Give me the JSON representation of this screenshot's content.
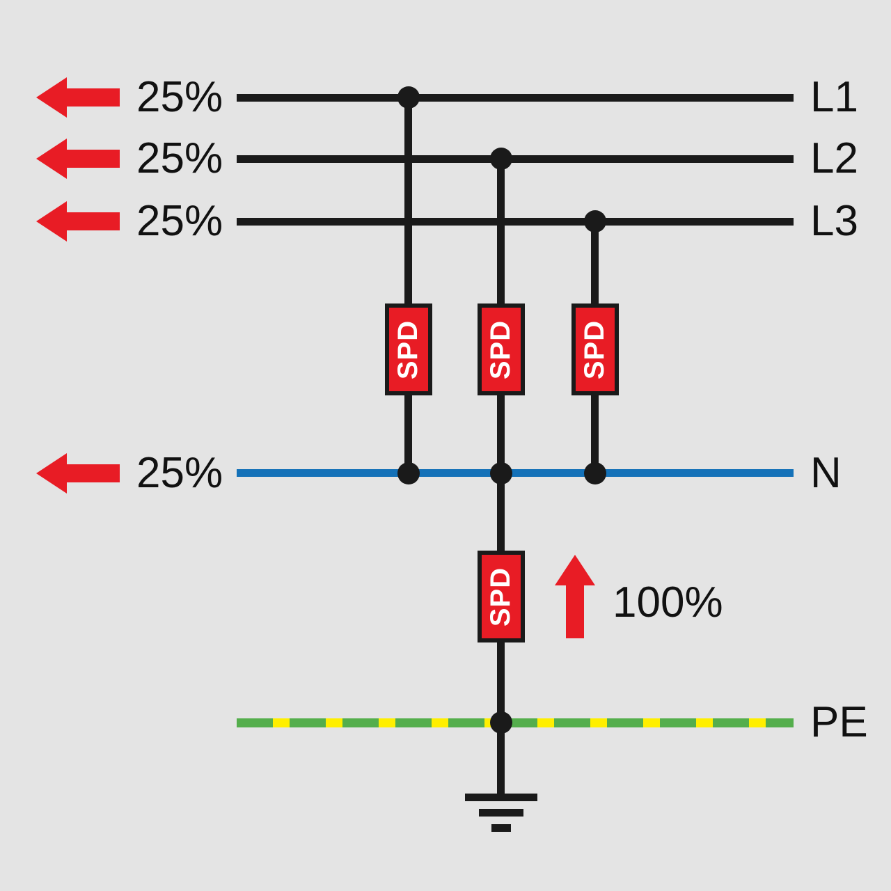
{
  "diagram": {
    "type": "electrical-schematic",
    "description": "Surge protective device (SPD) 3+1 connection scheme: three line conductors L1, L2, L3 and neutral N each carry 25% of the surge current through SPDs, with 100% flowing to protective earth PE via the N-PE SPD",
    "colors": {
      "background": "#e4e4e4",
      "line_black": "#1a1a1a",
      "arrow_red": "#e81c25",
      "spd_fill": "#e81c25",
      "spd_text": "#ffffff",
      "neutral_blue": "#1471b8",
      "pe_yellow": "#ffef00",
      "pe_green": "#54ae4c"
    },
    "conductors": [
      {
        "label": "L1",
        "surge_share": "25%"
      },
      {
        "label": "L2",
        "surge_share": "25%"
      },
      {
        "label": "L3",
        "surge_share": "25%"
      },
      {
        "label": "N",
        "surge_share": "25%"
      },
      {
        "label": "PE"
      }
    ],
    "spd_label": "SPD",
    "earth_arrow_label": "100%"
  }
}
